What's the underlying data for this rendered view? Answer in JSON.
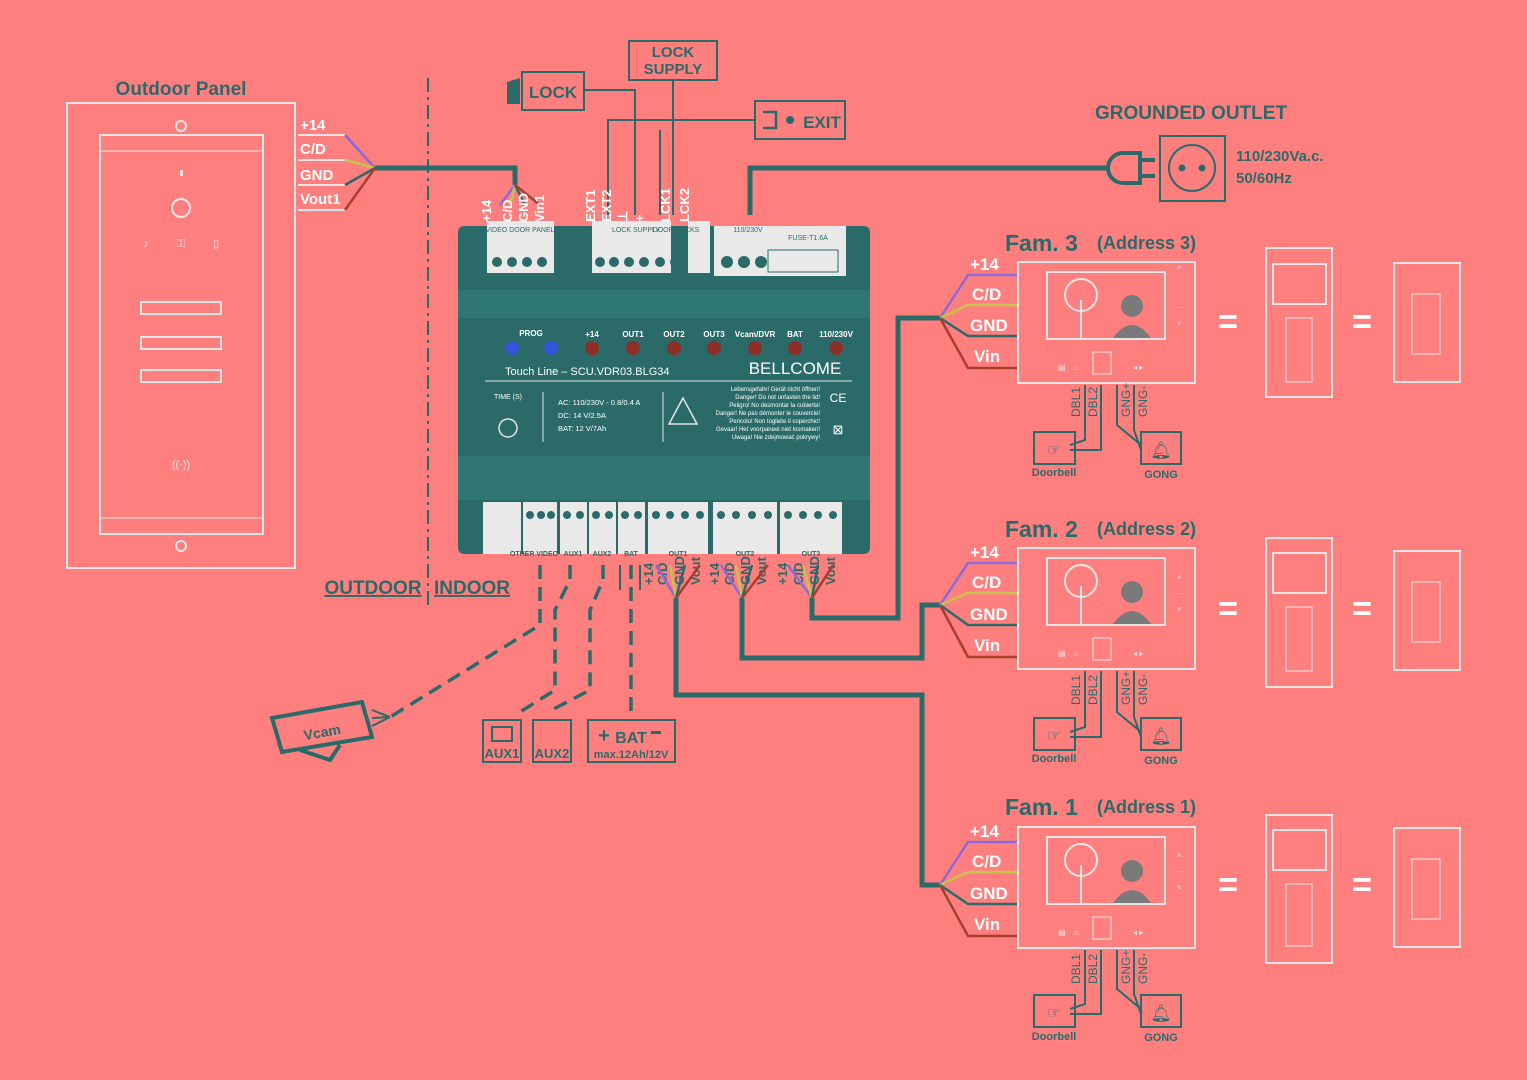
{
  "outdoor_panel": {
    "title": "Outdoor Panel",
    "wires": [
      "+14",
      "C/D",
      "GND",
      "Vout1"
    ]
  },
  "zones": {
    "outdoor": "OUTDOOR",
    "indoor": "INDOOR"
  },
  "lock": {
    "label": "LOCK"
  },
  "lock_supply": {
    "line1": "LOCK",
    "line2": "SUPPLY"
  },
  "exit": {
    "label": "EXIT"
  },
  "grounded_outlet": {
    "title": "GROUNDED OUTLET",
    "voltage": "110/230Va.c.",
    "freq": "50/60Hz"
  },
  "module": {
    "top_terminals": [
      "+14",
      "C/D",
      "GND",
      "Vin1",
      "EXT1",
      "EXT2",
      "⊥",
      "+",
      "LCK1",
      "LCK2"
    ],
    "top_blocks": {
      "video_door_panel": "VIDEO DOOR PANEL",
      "door_locks": "DOOR LOCKS",
      "lock_supply": "LOCK SUPPLY",
      "mains": "110/230V",
      "fuse": "FUSE-T1.6A"
    },
    "leds": [
      "PROG",
      "+14",
      "OUT1",
      "OUT2",
      "OUT3",
      "Vcam/DVR",
      "BAT",
      "110/230V"
    ],
    "brand": "BELLCOME",
    "model": "Touch Line – SCU.VDR03.BLG34",
    "timer": "TIME (S)",
    "specs": [
      "AC: 110/230V - 0.8/0.4 A",
      "DC: 14 V/2.5A",
      "BAT: 12 V/7Ah"
    ],
    "warning": [
      "Lebensgefahr! Gerät nicht öffnen!",
      "Danger! Do not unfasten the lid!",
      "Peligro! No desmontar la cubierta!",
      "Danger! Ne pas démonter le couvercle!",
      "Pericolo! Non togliete il coperchio!",
      "Gevaar! Het voorpaneel niet losmaken!",
      "Uwaga! Nie zdejmować pokrywy!"
    ],
    "bottom_groups": [
      "OTHER VIDEO",
      "AUX1",
      "AUX2",
      "BAT",
      "OUT1",
      "OUT2",
      "OUT3"
    ],
    "bottom_out_wires": [
      "+14",
      "C/D",
      "GND",
      "Vout"
    ]
  },
  "peripherals": {
    "vcam": "Vcam",
    "aux1": "AUX1",
    "aux2": "AUX2",
    "bat": "BAT",
    "bat_spec": "max.12Ah/12V"
  },
  "families": [
    {
      "title": "Fam. 3",
      "address": "(Address 3)",
      "wires": [
        "+14",
        "C/D",
        "GND",
        "Vin"
      ],
      "bottom": [
        "DBL1",
        "DBL2",
        "GNG+",
        "GNG-"
      ],
      "doorbell": "Doorbell",
      "gong": "GONG"
    },
    {
      "title": "Fam. 2",
      "address": "(Address 2)",
      "wires": [
        "+14",
        "C/D",
        "GND",
        "Vin"
      ],
      "bottom": [
        "DBL1",
        "DBL2",
        "GNG+",
        "GNG-"
      ],
      "doorbell": "Doorbell",
      "gong": "GONG"
    },
    {
      "title": "Fam. 1",
      "address": "(Address 1)",
      "wires": [
        "+14",
        "C/D",
        "GND",
        "Vin"
      ],
      "bottom": [
        "DBL1",
        "DBL2",
        "GNG+",
        "GNG-"
      ],
      "doorbell": "Doorbell",
      "gong": "GONG"
    }
  ],
  "equals": "="
}
